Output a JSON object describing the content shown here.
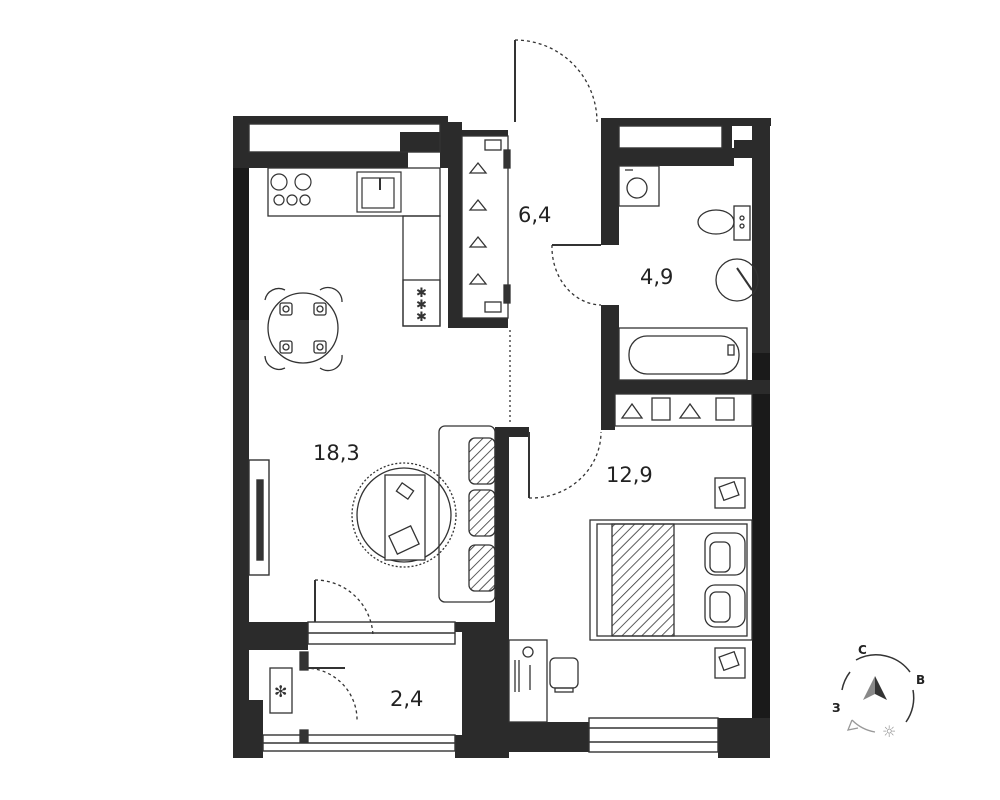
{
  "rooms": {
    "living_kitchen": {
      "area": "18,3"
    },
    "hallway": {
      "area": "6,4"
    },
    "bathroom": {
      "area": "4,9"
    },
    "bedroom": {
      "area": "12,9"
    },
    "balcony": {
      "area": "2,4"
    }
  },
  "compass": {
    "north": "С",
    "east": "В",
    "west": "З"
  },
  "colors": {
    "wall": "#2b2b2b",
    "line": "#333333",
    "background": "#ffffff"
  }
}
